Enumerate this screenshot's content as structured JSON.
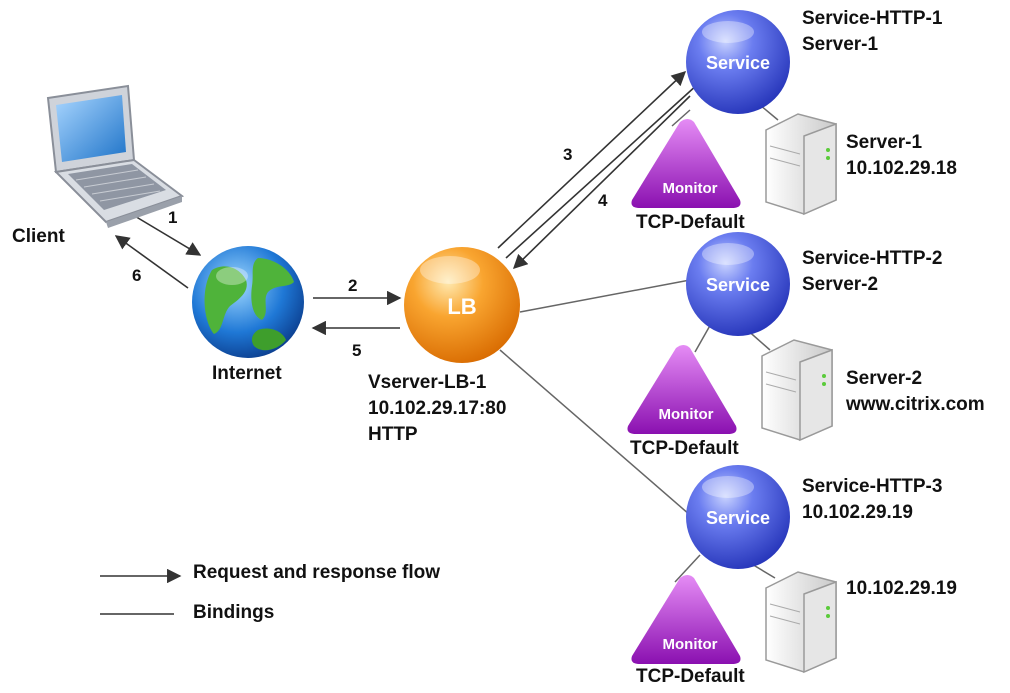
{
  "client": {
    "label": "Client"
  },
  "internet": {
    "label": "Internet"
  },
  "lb": {
    "badge": "LB",
    "name": "Vserver-LB-1",
    "address": "10.102.29.17:80",
    "protocol": "HTTP"
  },
  "steps": {
    "s1": "1",
    "s2": "2",
    "s3": "3",
    "s4": "4",
    "s5": "5",
    "s6": "6"
  },
  "services": [
    {
      "badge": "Service",
      "name": "Service-HTTP-1",
      "sub": "Server-1",
      "monitor": "Monitor",
      "monitor_type": "TCP-Default",
      "server_line1": "Server-1",
      "server_line2": "10.102.29.18"
    },
    {
      "badge": "Service",
      "name": "Service-HTTP-2",
      "sub": "Server-2",
      "monitor": "Monitor",
      "monitor_type": "TCP-Default",
      "server_line1": "Server-2",
      "server_line2": "www.citrix.com"
    },
    {
      "badge": "Service",
      "name": "Service-HTTP-3",
      "sub": "10.102.29.19",
      "monitor": "Monitor",
      "monitor_type": "TCP-Default",
      "server_line1": "10.102.29.19",
      "server_line2": ""
    }
  ],
  "legend": {
    "flow": "Request and response flow",
    "bindings": "Bindings"
  },
  "colors": {
    "service_blue": "#3a4fd8",
    "lb_orange": "#f28a12",
    "monitor_purple": "#a81fc9",
    "line": "#555555"
  }
}
